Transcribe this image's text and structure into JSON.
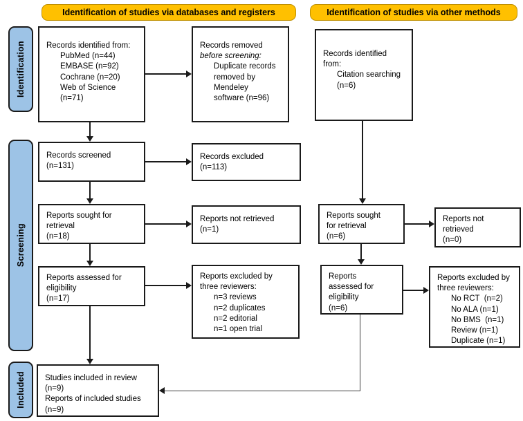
{
  "colors": {
    "banner_fill": "#FFC000",
    "banner_border": "#BF9000",
    "sidebar_fill": "#9DC3E6",
    "line": "#1a1a1a"
  },
  "banners": [
    {
      "label": "Identification of studies via databases and registers"
    },
    {
      "label": "Identification of studies via other methods"
    }
  ],
  "sidebar": [
    {
      "label": "Identification"
    },
    {
      "label": "Screening"
    },
    {
      "label": "Included"
    }
  ],
  "boxes": {
    "db_identified": {
      "lines": [
        {
          "t": "Records identified from:"
        },
        {
          "t": "PubMed (n=44)",
          "indent": true
        },
        {
          "t": "EMBASE (n=92)",
          "indent": true
        },
        {
          "t": "Cochrane (n=20)",
          "indent": true
        },
        {
          "t": "Web of Science",
          "indent": true
        },
        {
          "t": "(n=71)",
          "indent": true
        }
      ]
    },
    "records_removed": {
      "lines": [
        {
          "t": "Records removed"
        },
        {
          "t": "before screening:",
          "italic": true
        },
        {
          "t": "Duplicate records",
          "indent": true
        },
        {
          "t": "removed by",
          "indent": true
        },
        {
          "t": "Mendeley",
          "indent": true
        },
        {
          "t": "software (n=96)",
          "indent": true
        }
      ]
    },
    "other_identified": {
      "lines": [
        {
          "t": "Records identified"
        },
        {
          "t": "from:"
        },
        {
          "t": "Citation searching",
          "indent": true
        },
        {
          "t": "(n=6)",
          "indent": true
        }
      ]
    },
    "records_screened": {
      "lines": [
        {
          "t": "Records screened"
        },
        {
          "t": "(n=131)"
        }
      ]
    },
    "records_excluded": {
      "lines": [
        {
          "t": "Records excluded"
        },
        {
          "t": "(n=113)"
        }
      ]
    },
    "reports_sought": {
      "lines": [
        {
          "t": "Reports sought for"
        },
        {
          "t": "retrieval"
        },
        {
          "t": "(n=18)"
        }
      ]
    },
    "reports_not_retrieved": {
      "lines": [
        {
          "t": "Reports not retrieved"
        },
        {
          "t": "(n=1)"
        }
      ]
    },
    "reports_assessed": {
      "lines": [
        {
          "t": "Reports assessed for"
        },
        {
          "t": "eligibility"
        },
        {
          "t": "(n=17)"
        }
      ]
    },
    "reports_excluded_db": {
      "lines": [
        {
          "t": "Reports excluded by"
        },
        {
          "t": "three reviewers:"
        },
        {
          "t": "n=3 reviews",
          "indent": true
        },
        {
          "t": "n=2 duplicates",
          "indent": true
        },
        {
          "t": "n=2 editorial",
          "indent": true
        },
        {
          "t": "n=1 open trial",
          "indent": true
        }
      ]
    },
    "reports_sought_other": {
      "lines": [
        {
          "t": "Reports sought"
        },
        {
          "t": "for retrieval"
        },
        {
          "t": "(n=6)"
        }
      ]
    },
    "reports_not_retrieved_other": {
      "lines": [
        {
          "t": "Reports not"
        },
        {
          "t": "retrieved"
        },
        {
          "t": "(n=0)"
        }
      ]
    },
    "reports_assessed_other": {
      "lines": [
        {
          "t": "Reports"
        },
        {
          "t": "assessed for"
        },
        {
          "t": "eligibility"
        },
        {
          "t": "(n=6)"
        }
      ]
    },
    "reports_excluded_other": {
      "lines": [
        {
          "t": "Reports excluded by"
        },
        {
          "t": "three reviewers:"
        },
        {
          "t": "No RCT  (n=2)",
          "indent": true
        },
        {
          "t": "No ALA (n=1)",
          "indent": true
        },
        {
          "t": "No BMS  (n=1)",
          "indent": true
        },
        {
          "t": "Review (n=1)",
          "indent": true
        },
        {
          "t": "Duplicate (n=1)",
          "indent": true
        }
      ]
    },
    "included": {
      "lines": [
        {
          "t": "Studies included in review"
        },
        {
          "t": "(n=9)"
        },
        {
          "t": "Reports of included studies"
        },
        {
          "t": "(n=9)"
        }
      ]
    }
  }
}
